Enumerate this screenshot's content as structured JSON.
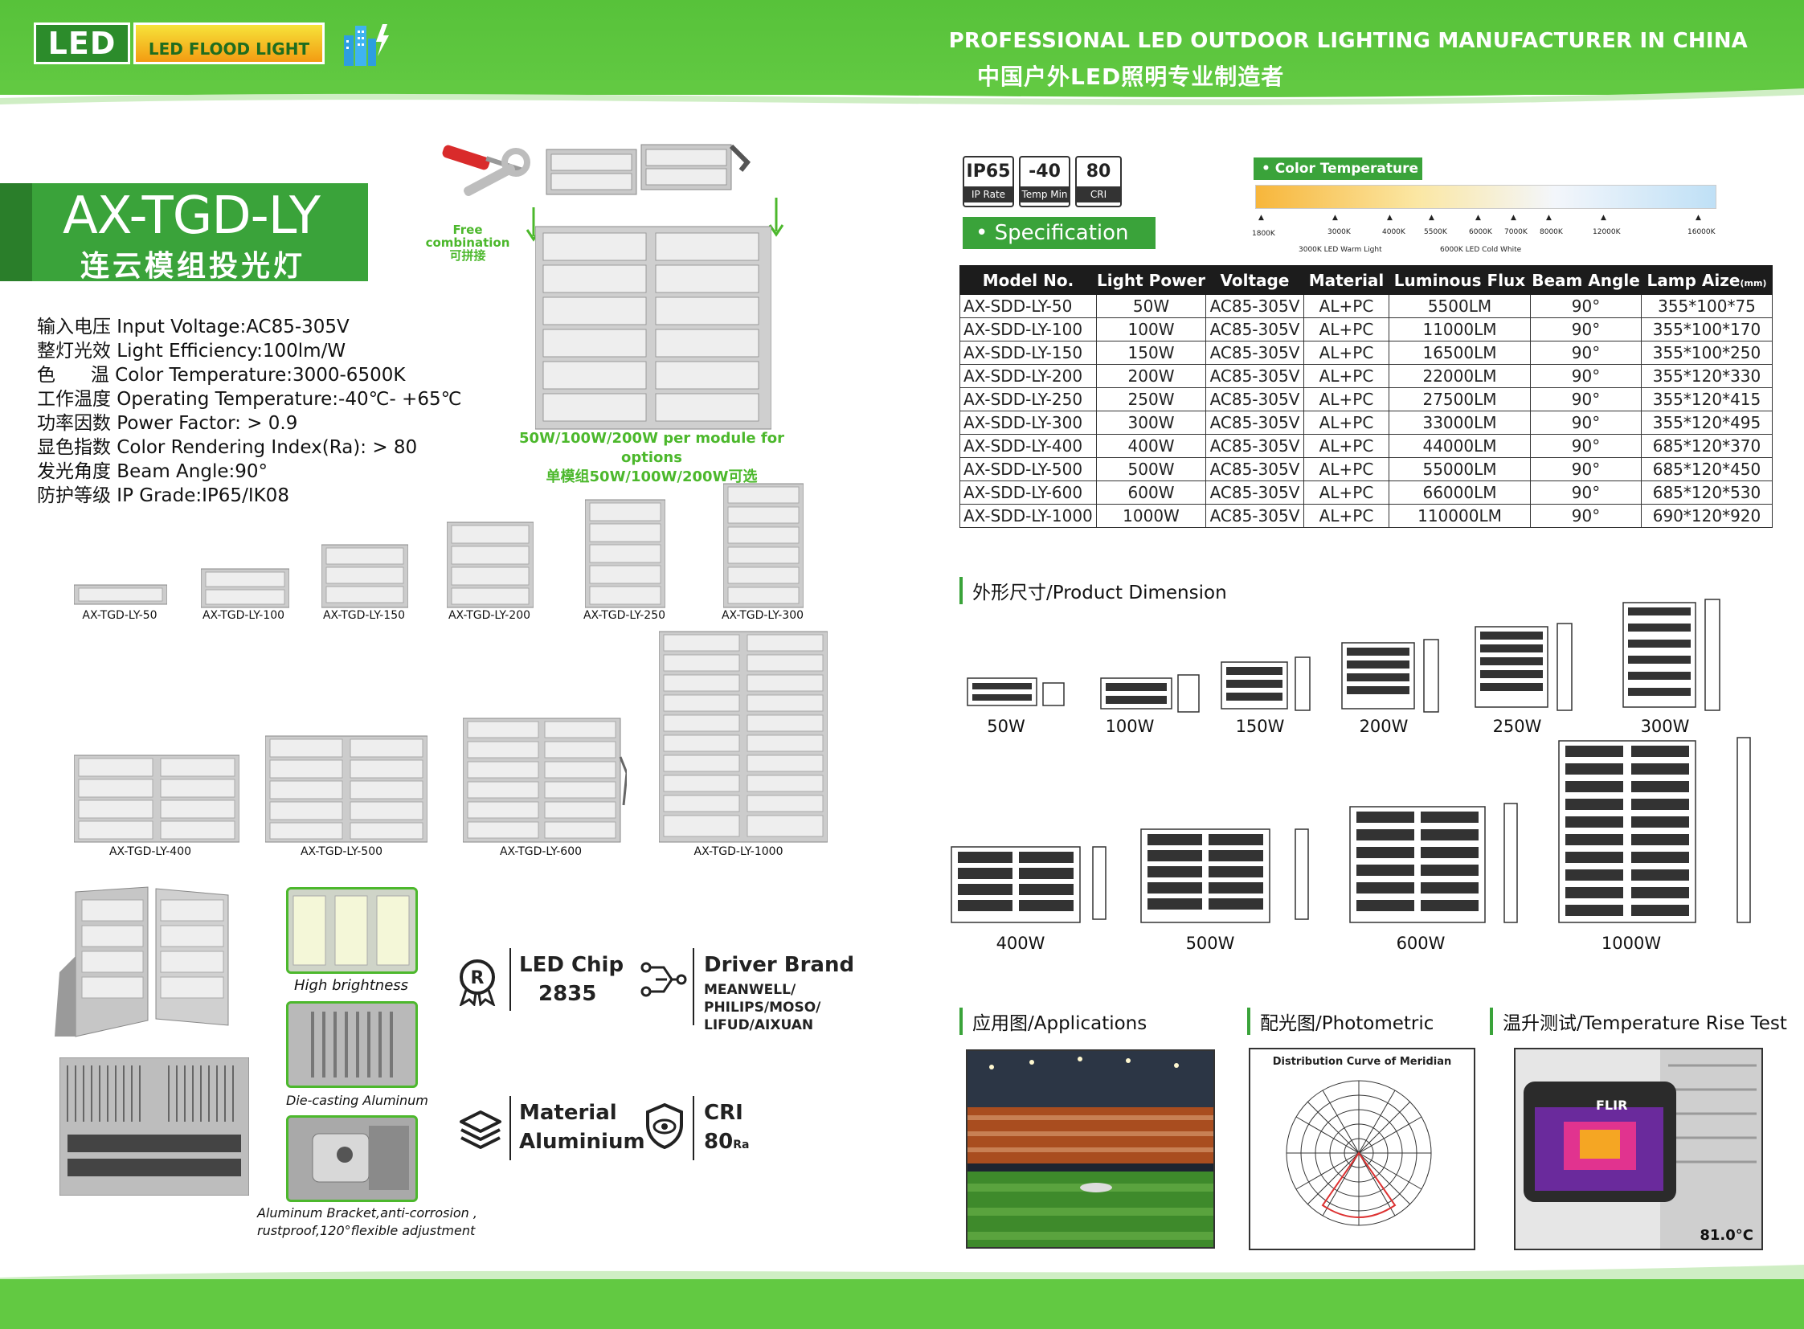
{
  "header": {
    "logo_main": "LED",
    "logo_sub": "LED FLOOD LIGHT",
    "tagline_en": "PROFESSIONAL LED OUTDOOR LIGHTING MANUFACTURER IN CHINA",
    "tagline_cn": "中国户外LED照明专业制造者"
  },
  "product": {
    "model": "AX-TGD-LY",
    "name_cn": "连云模组投光灯"
  },
  "specs": [
    "输入电压 Input Voltage:AC85-305V",
    "整灯光效 Light Efficiency:100lm/W",
    "色      温 Color Temperature:3000-6500K",
    "工作温度 Operating Temperature:-40℃- +65℃",
    "功率因数 Power Factor: > 0.9",
    "显色指数 Color Rendering Index(Ra): > 80",
    "发光角度 Beam Angle:90°",
    "防护等级 IP Grade:IP65/IK08"
  ],
  "combination": {
    "free_en": "Free combination",
    "free_cn": "可拼接",
    "options_en": "50W/100W/200W per module for options",
    "options_cn": "单模组50W/100W/200W可选"
  },
  "product_labels": [
    "AX-TGD-LY-50",
    "AX-TGD-LY-100",
    "AX-TGD-LY-150",
    "AX-TGD-LY-200",
    "AX-TGD-LY-250",
    "AX-TGD-LY-300",
    "AX-TGD-LY-400",
    "AX-TGD-LY-500",
    "AX-TGD-LY-600",
    "AX-TGD-LY-1000"
  ],
  "features": {
    "high_brightness": "High brightness",
    "die_casting": "Die-casting Aluminum",
    "bracket_1": "Aluminum Bracket,anti-corrosion ,",
    "bracket_2": "rustproof,120°flexible adjustment",
    "led_chip_title": "LED Chip",
    "led_chip_value": "2835",
    "driver_title": "Driver Brand",
    "driver_1": "MEANWELL/",
    "driver_2": "PHILIPS/MOSO/",
    "driver_3": "LIFUD/AIXUAN",
    "material_title": "Material",
    "material_value": "Aluminium",
    "cri_title": "CRI",
    "cri_value": "80",
    "cri_unit": "Ra"
  },
  "badges": [
    {
      "top": "IP65",
      "bottom": "IP Rate"
    },
    {
      "top": "-40",
      "bottom": "Temp Min"
    },
    {
      "top": "80",
      "bottom": "CRI"
    }
  ],
  "spec_tab": "• Specification",
  "color_temp": {
    "title": "• Color Temperature",
    "ticks": [
      "1800K",
      "3000K",
      "4000K",
      "5500K",
      "6000K",
      "7000K",
      "8000K",
      "12000K",
      "16000K"
    ],
    "note_warm": "3000K LED Warm Light",
    "note_cold": "6000K LED Cold White"
  },
  "table": {
    "headers": [
      "Model No.",
      "Light Power",
      "Voltage",
      "Material",
      "Luminous Flux",
      "Beam Angle",
      "Lamp Aize"
    ],
    "unit": "(mm)",
    "rows": [
      [
        "AX-SDD-LY-50",
        "50W",
        "AC85-305V",
        "AL+PC",
        "5500LM",
        "90°",
        "355*100*75"
      ],
      [
        "AX-SDD-LY-100",
        "100W",
        "AC85-305V",
        "AL+PC",
        "11000LM",
        "90°",
        "355*100*170"
      ],
      [
        "AX-SDD-LY-150",
        "150W",
        "AC85-305V",
        "AL+PC",
        "16500LM",
        "90°",
        "355*100*250"
      ],
      [
        "AX-SDD-LY-200",
        "200W",
        "AC85-305V",
        "AL+PC",
        "22000LM",
        "90°",
        "355*120*330"
      ],
      [
        "AX-SDD-LY-250",
        "250W",
        "AC85-305V",
        "AL+PC",
        "27500LM",
        "90°",
        "355*120*415"
      ],
      [
        "AX-SDD-LY-300",
        "300W",
        "AC85-305V",
        "AL+PC",
        "33000LM",
        "90°",
        "355*120*495"
      ],
      [
        "AX-SDD-LY-400",
        "400W",
        "AC85-305V",
        "AL+PC",
        "44000LM",
        "90°",
        "685*120*370"
      ],
      [
        "AX-SDD-LY-500",
        "500W",
        "AC85-305V",
        "AL+PC",
        "55000LM",
        "90°",
        "685*120*450"
      ],
      [
        "AX-SDD-LY-600",
        "600W",
        "AC85-305V",
        "AL+PC",
        "66000LM",
        "90°",
        "685*120*530"
      ],
      [
        "AX-SDD-LY-1000",
        "1000W",
        "AC85-305V",
        "AL+PC",
        "110000LM",
        "90°",
        "690*120*920"
      ]
    ]
  },
  "dimension_title": "外形尺寸/Product Dimension",
  "dimension_labels": [
    "50W",
    "100W",
    "150W",
    "200W",
    "250W",
    "300W",
    "400W",
    "500W",
    "600W",
    "1000W"
  ],
  "applications_title": "应用图/Applications",
  "photometric_title": "配光图/Photometric",
  "photometric_chart_title": "Distribution Curve of Meridian",
  "temp_title": "温升测试/Temperature Rise Test",
  "temp_reading": "81.0°C",
  "flir": "FLIR"
}
